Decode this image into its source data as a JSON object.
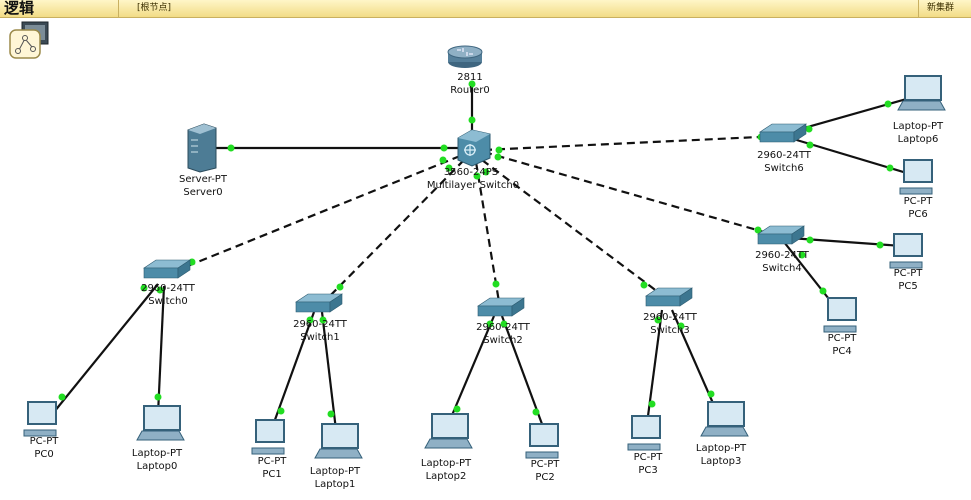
{
  "toolbar": {
    "logical_label": "逻辑",
    "root_label": "[根节点]",
    "new_cluster_label": "新集群"
  },
  "devices": {
    "router0": {
      "model": "2811",
      "name": "Router0",
      "icon": "router-icon"
    },
    "mlswitch0": {
      "model": "3560-24PS",
      "name": "Multilayer Switch0",
      "icon": "multilayer-switch-icon"
    },
    "server0": {
      "model": "Server-PT",
      "name": "Server0",
      "icon": "server-icon"
    },
    "switch0": {
      "model": "2960-24TT",
      "name": "Switch0",
      "icon": "switch-icon"
    },
    "switch1": {
      "model": "2960-24TT",
      "name": "Switch1",
      "icon": "switch-icon"
    },
    "switch2": {
      "model": "2960-24TT",
      "name": "Switch2",
      "icon": "switch-icon"
    },
    "switch3": {
      "model": "2960-24TT",
      "name": "Switch3",
      "icon": "switch-icon"
    },
    "switch4": {
      "model": "2960-24TT",
      "name": "Switch4",
      "icon": "switch-icon"
    },
    "switch6": {
      "model": "2960-24TT",
      "name": "Switch6",
      "icon": "switch-icon"
    },
    "pc0": {
      "model": "PC-PT",
      "name": "PC0",
      "icon": "pc-icon"
    },
    "pc1": {
      "model": "PC-PT",
      "name": "PC1",
      "icon": "pc-icon"
    },
    "pc2": {
      "model": "PC-PT",
      "name": "PC2",
      "icon": "pc-icon"
    },
    "pc3": {
      "model": "PC-PT",
      "name": "PC3",
      "icon": "pc-icon"
    },
    "pc4": {
      "model": "PC-PT",
      "name": "PC4",
      "icon": "pc-icon"
    },
    "pc5": {
      "model": "PC-PT",
      "name": "PC5",
      "icon": "pc-icon"
    },
    "pc6": {
      "model": "PC-PT",
      "name": "PC6",
      "icon": "pc-icon"
    },
    "laptop0": {
      "model": "Laptop-PT",
      "name": "Laptop0",
      "icon": "laptop-icon"
    },
    "laptop1": {
      "model": "Laptop-PT",
      "name": "Laptop1",
      "icon": "laptop-icon"
    },
    "laptop2": {
      "model": "Laptop-PT",
      "name": "Laptop2",
      "icon": "laptop-icon"
    },
    "laptop3": {
      "model": "Laptop-PT",
      "name": "Laptop3",
      "icon": "laptop-icon"
    },
    "laptop6": {
      "model": "Laptop-PT",
      "name": "Laptop6",
      "icon": "laptop-icon"
    }
  },
  "colors": {
    "link": "#111111",
    "port_up": "#22dd22",
    "topbar": "#f2dc86",
    "switch_body": "#4d8ca8",
    "router_body": "#6f93ad",
    "pc_screen": "#d7e9f3"
  }
}
